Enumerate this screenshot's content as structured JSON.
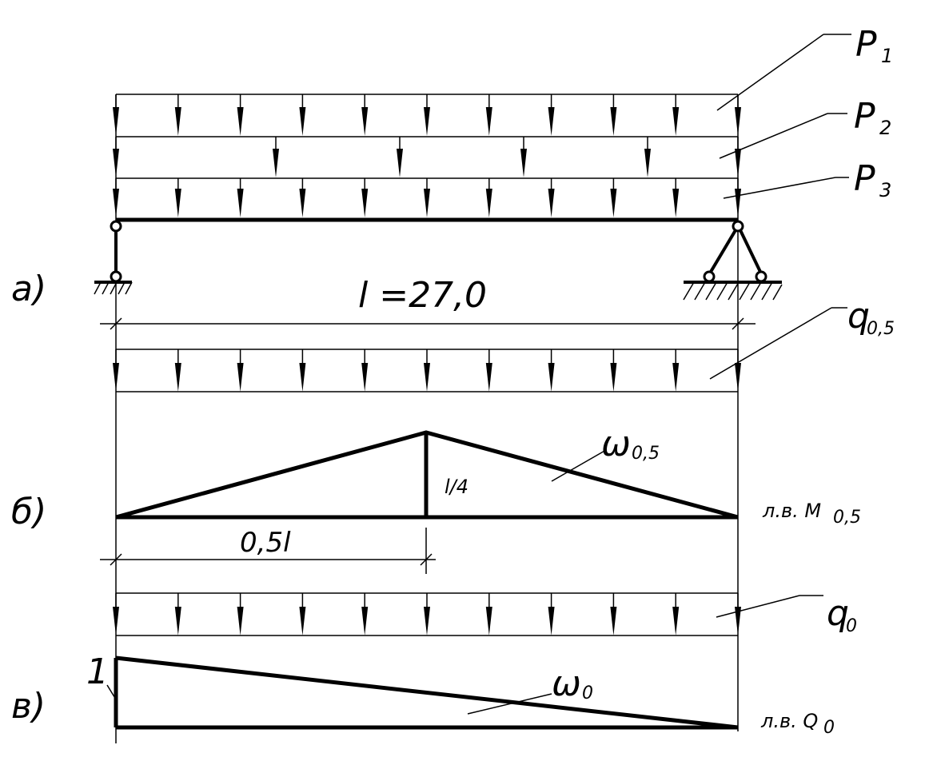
{
  "labels": {
    "P1": "P",
    "P1_sub": "1",
    "P2": "P",
    "P2_sub": "2",
    "P3": "P",
    "P3_sub": "3",
    "part_a": "а)",
    "part_b": "б)",
    "part_c": "в)",
    "span": "l =27,0",
    "q05": "q",
    "q05_sub": "0,5",
    "omega05": "ω",
    "omega05_sub": "0,5",
    "quarter": "l/4",
    "half": "0,5l",
    "lv_M": "л.в. M",
    "lv_M_sub": "0,5",
    "q0": "q",
    "q0_sub": "0",
    "one": "1",
    "omega0": "ω",
    "omega0_sub": "0",
    "lv_Q": "л.в. Q",
    "lv_Q_sub": "0"
  },
  "influence_lines": {
    "M_05": {
      "section": 0.5,
      "peak_ordinate": "l/4"
    },
    "Q_0": {
      "section": 0.0,
      "peak_ordinate": 1
    }
  },
  "loads": {
    "P1_arrow_count": 11,
    "P2_arrow_count": 6,
    "P3_arrow_count": 11,
    "q05_arrow_count": 11,
    "q0_arrow_count": 11
  }
}
